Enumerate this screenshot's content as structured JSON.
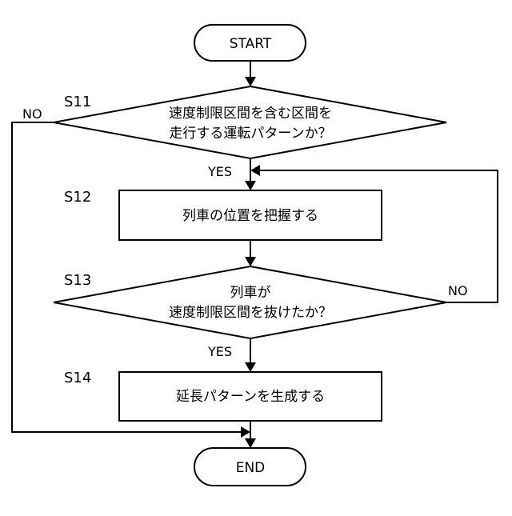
{
  "flowchart": {
    "start": {
      "label": "START"
    },
    "end": {
      "label": "END"
    },
    "s11": {
      "step": "S11",
      "line1": "速度制限区間を含む区間を",
      "line2": "走行する運転パターンか？",
      "no_label": "NO",
      "yes_label": "YES"
    },
    "s12": {
      "step": "S12",
      "label": "列車の位置を把握する"
    },
    "s13": {
      "step": "S13",
      "line1": "列車が",
      "line2": "速度制限区間を抜けたか？",
      "no_label": "NO",
      "yes_label": "YES"
    },
    "s14": {
      "step": "S14",
      "label": "延長パターンを生成する"
    }
  }
}
